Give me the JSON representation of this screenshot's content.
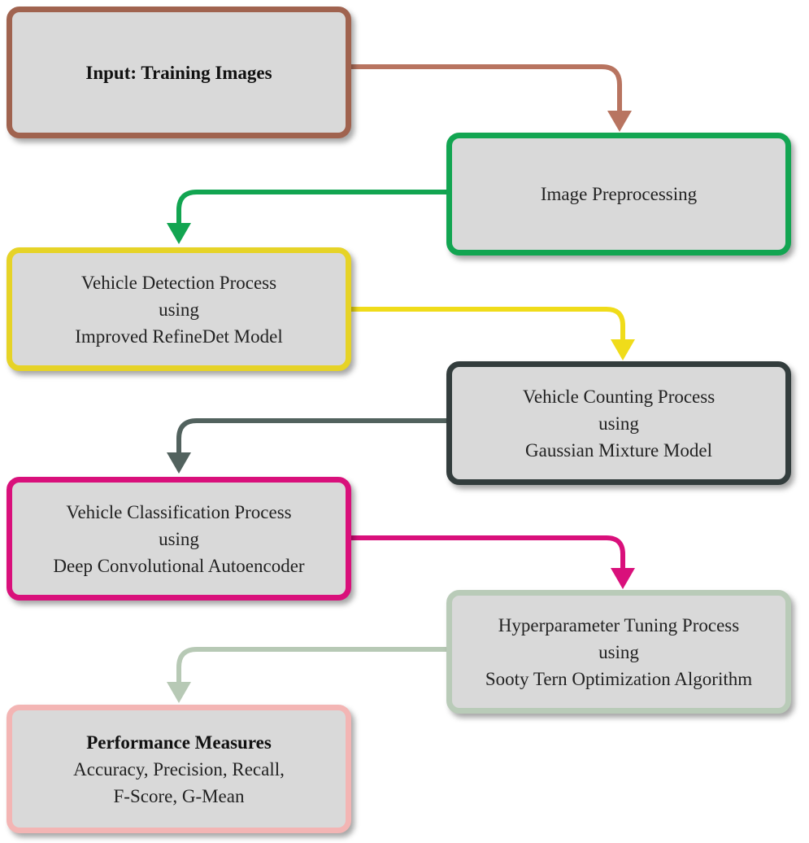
{
  "diagram": {
    "boxes": [
      {
        "id": "input",
        "border_color": "#a0634f",
        "lines": [
          {
            "text": "Input: Training Images",
            "bold": true
          }
        ]
      },
      {
        "id": "preprocessing",
        "border_color": "#12a551",
        "lines": [
          {
            "text": "Image Preprocessing",
            "bold": false
          }
        ]
      },
      {
        "id": "detection",
        "border_color": "#e6d327",
        "lines": [
          {
            "text": "Vehicle Detection Process",
            "bold": false
          },
          {
            "text": "using",
            "bold": false
          },
          {
            "text": "Improved RefineDet Model",
            "bold": false
          }
        ]
      },
      {
        "id": "counting",
        "border_color": "#333d3d",
        "lines": [
          {
            "text": "Vehicle Counting Process",
            "bold": false
          },
          {
            "text": "using",
            "bold": false
          },
          {
            "text": "Gaussian Mixture Model",
            "bold": false
          }
        ]
      },
      {
        "id": "classification",
        "border_color": "#d9107b",
        "lines": [
          {
            "text": "Vehicle Classification Process",
            "bold": false
          },
          {
            "text": "using",
            "bold": false
          },
          {
            "text": "Deep Convolutional Autoencoder",
            "bold": false
          }
        ]
      },
      {
        "id": "tuning",
        "border_color": "#b9cbb8",
        "lines": [
          {
            "text": "Hyperparameter Tuning Process",
            "bold": false
          },
          {
            "text": "using",
            "bold": false
          },
          {
            "text": "Sooty Tern Optimization Algorithm",
            "bold": false
          }
        ]
      },
      {
        "id": "performance",
        "border_color": "#f3b5b4",
        "lines": [
          {
            "text": "Performance Measures",
            "bold": true
          },
          {
            "text": "Accuracy, Precision, Recall,",
            "bold": false
          },
          {
            "text": "F-Score, G-Mean",
            "bold": false
          }
        ]
      }
    ],
    "arrows": [
      {
        "from": "input",
        "to": "preprocessing",
        "color": "#b87460"
      },
      {
        "from": "preprocessing",
        "to": "detection",
        "color": "#12a551"
      },
      {
        "from": "detection",
        "to": "counting",
        "color": "#f0dc1a"
      },
      {
        "from": "counting",
        "to": "classification",
        "color": "#52625e"
      },
      {
        "from": "classification",
        "to": "tuning",
        "color": "#d9107b"
      },
      {
        "from": "tuning",
        "to": "performance",
        "color": "#b7c9b5"
      }
    ]
  }
}
